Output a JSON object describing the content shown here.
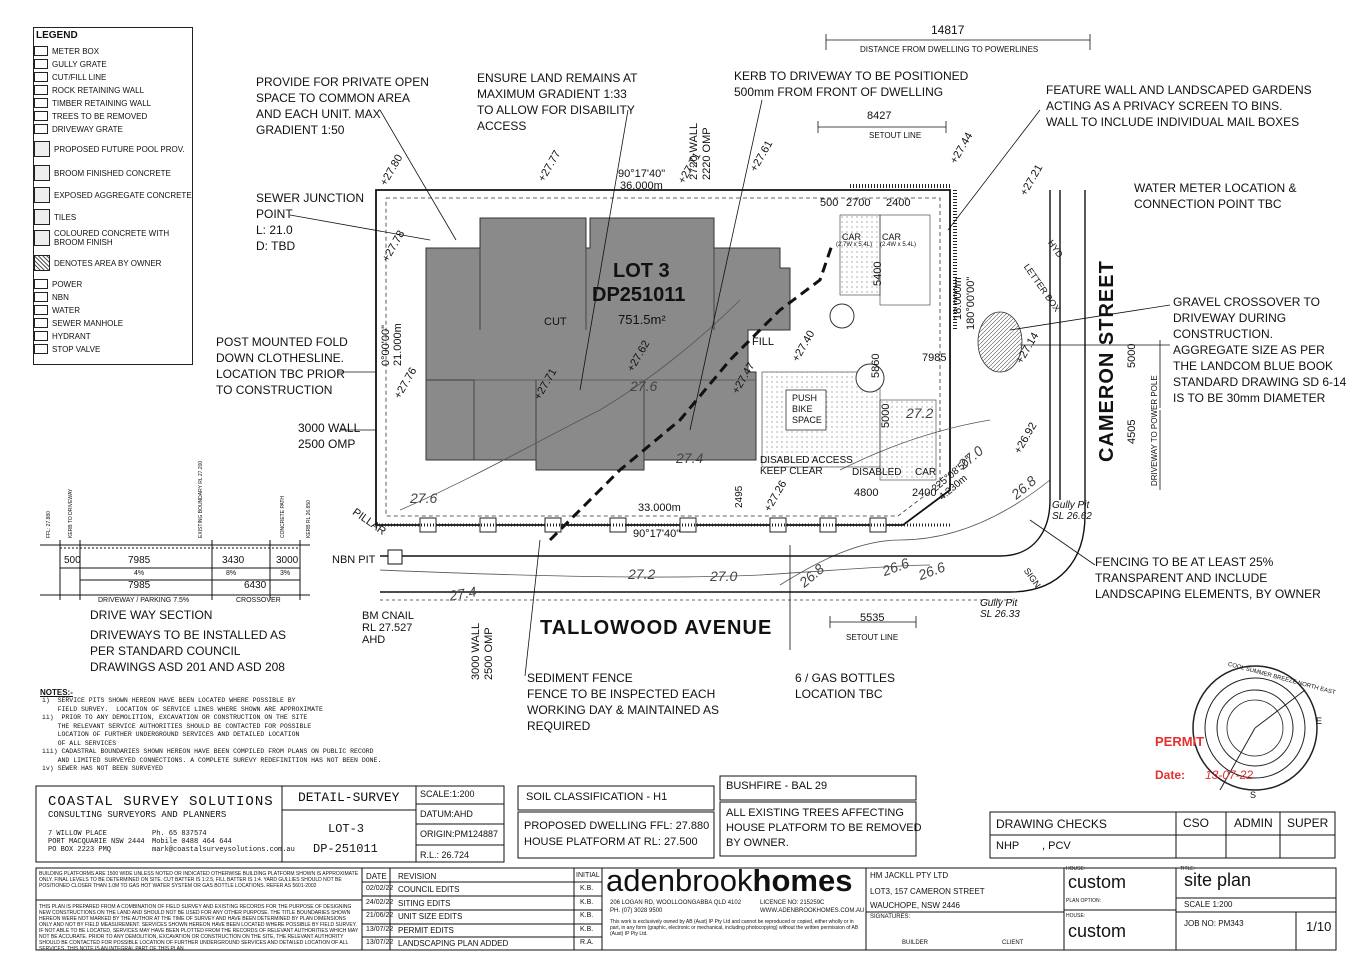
{
  "legend": {
    "title": "LEGEND",
    "items": [
      "METER BOX",
      "GULLY GRATE",
      "CUT/FILL LINE",
      "ROCK RETAINING WALL",
      "TIMBER RETAINING WALL",
      "TREES TO BE REMOVED",
      "DRIVEWAY GRATE",
      "PROPOSED FUTURE POOL PROV.",
      "BROOM FINISHED CONCRETE",
      "EXPOSED AGGREGATE CONCRETE",
      "TILES",
      "COLOURED CONCRETE WITH\nBROOM FINISH",
      "DENOTES AREA BY OWNER",
      "POWER",
      "NBN",
      "WATER",
      "SEWER MANHOLE",
      "HYDRANT",
      "STOP VALVE"
    ]
  },
  "notes": {
    "private_open": "PROVIDE FOR PRIVATE OPEN\nSPACE TO COMMON AREA\nAND EACH UNIT. MAX\nGRADIENT 1:50",
    "land_gradient": "ENSURE LAND REMAINS AT\nMAXIMUM GRADIENT 1:33\nTO ALLOW FOR DISABILITY\nACCESS",
    "kerb": "KERB TO DRIVEWAY TO BE POSITIONED\n500mm FROM FRONT OF DWELLING",
    "feature_wall": "FEATURE WALL AND LANDSCAPED GARDENS\nACTING AS A PRIVACY SCREEN TO BINS.\nWALL TO INCLUDE INDIVIDUAL MAIL BOXES",
    "water_meter": "WATER METER LOCATION &\nCONNECTION POINT TBC",
    "sewer": "SEWER JUNCTION\nPOINT\nL: 21.0\nD: TBD",
    "clothesline": "POST MOUNTED FOLD\nDOWN CLOTHESLINE.\nLOCATION TBC PRIOR\nTO CONSTRUCTION",
    "wall_3000": "3000 WALL\n2500 OMP",
    "gravel": "GRAVEL CROSSOVER TO\nDRIVEWAY DURING\nCONSTRUCTION.\nAGGREGATE SIZE AS PER\nTHE LANDCOM BLUE BOOK\nSTANDARD DRAWING SD 6-14\nIS TO BE 30mm DIAMETER",
    "fencing": "FENCING TO BE AT LEAST 25%\nTRANSPARENT AND INCLUDE\nLANDSCAPING ELEMENTS, BY OWNER",
    "sediment": "SEDIMENT FENCE\nFENCE TO BE INSPECTED EACH\nWORKING DAY & MAINTAINED AS\nREQUIRED",
    "gas": "6 / GAS BOTTLES\nLOCATION TBC",
    "driveway_section": "DRIVE WAY SECTION",
    "driveways": "DRIVEWAYS TO BE INSTALLED AS\nPER STANDARD COUNCIL\nDRAWINGS ASD 201 AND ASD 208",
    "bm": "BM CNAIL\nRL 27.527\nAHD",
    "nbn_pit": "NBN PIT",
    "pillar": "PILLAR",
    "wall_3000_v": "3000 WALL\n2500 OMP",
    "wall_2720_v": "2720 WALL\n2220 OMP"
  },
  "plan": {
    "lot": "LOT 3",
    "dp": "DP251011",
    "area": "751.5m²",
    "cut": "CUT",
    "fill": "FILL",
    "street_cameron": "CAMERON STREET",
    "street_tallowood": "TALLOWOOD AVENUE",
    "dim_14817": "14817",
    "dist_power": "DISTANCE FROM DWELLING TO POWERLINES",
    "dim_8427": "8427",
    "setout": "SETOUT LINE",
    "dim_5535": "5535",
    "bearing_top": "90°17'40\"",
    "len_top": "36.000m",
    "bearing_bottom": "90°17'40\"",
    "len_bottom": "33.000m",
    "len_left": "21.000m",
    "bearing_left": "0°00'00\"",
    "len_right": "18.000m",
    "bearing_right": "180°00'00\"",
    "diag": "225°08'50\"\n4.230m",
    "car1": "CAR",
    "car1_dim": "(2.7W x 5.4L)",
    "car2": "CAR",
    "car2_dim": "(2.4W x 5.4L)",
    "dim_500": "500",
    "dim_2700": "2700",
    "dim_2400": "2400",
    "dim_5400": "5400",
    "dim_5860": "5860",
    "dim_7985": "7985",
    "dim_5000": "5000",
    "dim_5000b": "5000",
    "dim_4505": "4505",
    "power_pole": "DRIVEWAY TO POWER POLE",
    "push_bike": "PUSH\nBIKE\nSPACE",
    "disabled_access": "DISABLED ACCESS\nKEEP CLEAR",
    "disabled": "DISABLED",
    "car3": "CAR",
    "dim_4800": "4800",
    "dim_2400b": "2400",
    "dim_2495": "2495",
    "letter_box": "LETTER BOX",
    "hyd": "HYD",
    "gully1": "Gully Pit\nSL 26.62",
    "gully2": "Gully Pit\nSL 26.33",
    "sign": "SIGN",
    "levels": [
      "27.80",
      "27.77",
      "27.71",
      "27.61",
      "27.44",
      "27.21",
      "27.78",
      "27.76",
      "27.71",
      "27.62",
      "27.47",
      "27.40",
      "27.26",
      "27.14",
      "26.92",
      "27.6",
      "27.4",
      "27.2",
      "27.0",
      "26.8",
      "26.6",
      "27.6",
      "27.4",
      "27.2",
      "27.0",
      "26.8",
      "26.6"
    ]
  },
  "section": {
    "top_labels": [
      "FFL: 27.880",
      "KERB TO DRIVEWAY",
      "EXISTING BOUNDARY RL 27.200",
      "CONCRETE PATH",
      "KERB RL 26.850"
    ],
    "dims_top": [
      "500",
      "7985",
      "3430",
      "3000"
    ],
    "pct": [
      "4%",
      "8%",
      "3%"
    ],
    "dims_bottom": [
      "7985",
      "6430"
    ],
    "labels_bottom": [
      "DRIVEWAY / PARKING 7.5%",
      "CROSSOVER"
    ]
  },
  "general_notes": {
    "title": "NOTES:-",
    "lines": [
      "i)  SERVICE PITS SHOWN HEREON HAVE BEEN LOCATED WHERE POSSIBLE BY",
      "    FIELD SURVEY.  LOCATION OF SERVICE LINES WHERE SHOWN ARE APPROXIMATE",
      "ii)  PRIOR TO ANY DEMOLITION, EXCAVATION OR CONSTRUCTION ON THE SITE",
      "    THE RELEVANT SERVICE AUTHORITIES SHOULD BE CONTACTED FOR POSSIBLE",
      "    LOCATION OF FURTHER UNDERGROUND SERVICES AND DETAILED LOCATION",
      "    OF ALL SERVICES",
      "iii) CADASTRAL BOUNDARIES SHOWN HEREON HAVE BEEN COMPILED FROM PLANS ON PUBLIC RECORD",
      "    AND LIMITED SURVEYED CONNECTIONS. A COMPLETE SUREVY REDEFINITION HAS NOT BEEN DONE.",
      "iv) SEWER HAS NOT BEEN SURVEYED"
    ]
  },
  "permit": {
    "stamp": "PERMIT",
    "date_label": "Date:",
    "date_value": "13-07-22"
  },
  "compass": {
    "text": "COOL SUMMER BREEZE NORTH EAST",
    "e": "E",
    "s": "S"
  },
  "survey_block": {
    "company": "COASTAL SURVEY SOLUTIONS",
    "sub": "CONSULTING SURVEYORS AND PLANNERS",
    "addr1": "7 WILLOW PLACE",
    "addr2": "PORT MACQUARIE NSW 2444",
    "addr3": "PO BOX 2223 PMQ",
    "ph": "Ph. 65 837574",
    "mob": "Mobile 0488 464 644",
    "email": "mark@coastalsurveysolutions.com.au",
    "detail": "DETAIL-SURVEY",
    "lot": "LOT-3",
    "dp": "DP-251011",
    "scale": "SCALE:1:200",
    "datum": "DATUM:AHD",
    "origin": "ORIGIN:PM124887",
    "rl": "R.L.: 26.724"
  },
  "soil": {
    "classification": "SOIL CLASSIFICATION - H1",
    "ffl": "PROPOSED DWELLING FFL: 27.880",
    "platform": "HOUSE PLATFORM AT RL: 27.500"
  },
  "bushfire": {
    "bal": "BUSHFIRE - BAL 29",
    "trees": "ALL EXISTING TREES AFFECTING\nHOUSE PLATFORM TO BE REMOVED\nBY OWNER."
  },
  "checks": {
    "title": "DRAWING CHECKS",
    "cols": [
      "CSO",
      "ADMIN",
      "SUPER"
    ],
    "nhp": "NHP",
    "pcv": ", PCV"
  },
  "title_block": {
    "disclaimer1": "BUILDING PLATFORMS ARE 1500 WIDE UNLESS NOTED OR INDICATED OTHERWISE BUILDING PLATFORM SHOWN IS APPROXIMATE ONLY. FINAL LEVELS TO BE DETERMINED ON SITE. CUT BATTER IS 1:2.5, FILL BATTER IS 1:4. YARD GULLIES SHOULD NOT BE POSITIONED CLOSER THAN 1.0M TO GAS HOT WATER SYSTEM OR GAS BOTTLE LOCATIONS. REFER AS 5601-2002",
    "disclaimer2": "THIS PLAN IS PREPARED FROM A COMBINATION OF FIELD SURVEY AND EXISTING RECORDS FOR THE PURPOSE OF DESIGNING NEW CONSTRUCTIONS ON THE LAND AND SHOULD NOT BE USED FOR ANY OTHER PURPOSE. THE TITLE BOUNDARIES SHOWN HEREON WERE NOT MARKED BY THE AUTHOR AT THE TIME OF SURVEY AND HAVE BEEN DETERMINED BY PLAN DIMENSIONS ONLY AND NOT BY FIELD MEASUREMENT. SERVICES SHOWN HEREON HAVE BEEN LOCATED WHERE POSSIBLE BY FIELD SURVEY. IF NOT ABLE TO BE LOCATED, SERVICES MAY HAVE BEEN PLOTTED FROM THE RECORDS OF RELEVANT AUTHORITIES WHICH MAY NOT BE ACCURATE. PRIOR TO ANY DEMOLITION, EXCAVATION OR CONSTRUCTION ON THE SITE, THE RELEVANT AUTHORITY SHOULD BE CONTACTED FOR POSSIBLE LOCATION OF FURTHER UNDERGROUND SERVICES AND DETAILED LOCATION OF ALL SERVICES. THIS NOTE IS AN INTEGRAL PART OF THIS PLAN.",
    "rev_headers": [
      "DATE",
      "REVISION",
      "INITIAL"
    ],
    "revisions": [
      [
        "02/02/22",
        "COUNCIL EDITS",
        "K.B."
      ],
      [
        "24/02/22",
        "SITING EDITS",
        "K.B."
      ],
      [
        "21/06/22",
        "UNIT SIZE EDITS",
        "K.B."
      ],
      [
        "13/07/22",
        "PERMIT EDITS",
        "K.B."
      ],
      [
        "13/07/22",
        "LANDSCAPING PLAN ADDED",
        "R.A."
      ]
    ],
    "brand_a": "adenbrook",
    "brand_b": "homes",
    "addr": "206 LOGAN RD, WOOLLOONGABBA QLD 4102",
    "ph": "PH. (07) 3028 9500",
    "licence": "LICENCE NO:     215259C",
    "web": "WWW.ADENBROOKHOMES.COM.AU",
    "copyright": "This work is exclusively owned by AB (Aust) IP Pty Ltd and cannot be reproduced or copied, either wholly or in part, in any form (graphic, electronic or mechanical, including photocopying) without the written permission of AB (Aust) IP Pty Ltd.",
    "client": "HM JACKLL PTY LTD",
    "site1": "LOT3, 157 CAMERON STREET",
    "site2": "WAUCHOPE, NSW 2446",
    "signatures": "SIGNATURES:",
    "builder": "BUILDER",
    "client_sig": "CLIENT",
    "house_label": "HOUSE:",
    "house": "custom",
    "plan_option_label": "PLAN OPTION:",
    "house_label2": "HOUSE:",
    "house2": "custom",
    "title_label": "TITLE:",
    "title": "site plan",
    "scale": "SCALE 1:200",
    "job": "JOB NO:  PM343",
    "sheet": "1/10"
  }
}
